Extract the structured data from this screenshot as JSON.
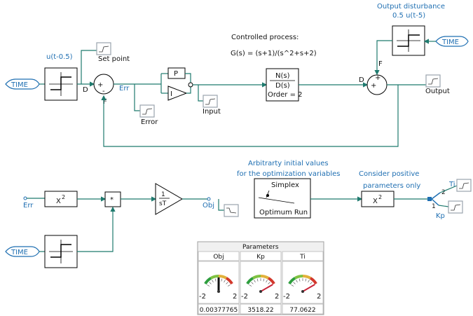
{
  "time_label": "TIME",
  "step_label_main": "u(t-0.5)",
  "set_point": "Set point",
  "sum_d": "D",
  "sum_f": "F",
  "sum_plus": "+",
  "sum_minus": "-",
  "err_label": "Err",
  "error_label": "Error",
  "p_label": "P",
  "i_label": "I",
  "input_label": "Input",
  "process_title": "Controlled process:",
  "process_tf": "G(s) = (s+1)/(s^2+s+2)",
  "tf_num": "N(s)",
  "tf_den": "D(s)",
  "tf_order": "Order = 2",
  "disturbance_title": "Output disturbance",
  "disturbance_expr": "0.5 u(t-5)",
  "output_label": "Output",
  "opt_note_line1": "Arbitrarty initial values",
  "opt_note_line2": "for the optimization variables",
  "pos_note_line1": "Consider positive",
  "pos_note_line2": "parameters only",
  "square_base": "X",
  "square_exp": "2",
  "mult": "*",
  "int_num": "1",
  "int_den": "sT",
  "obj_label": "Obj",
  "simplex": "Simplex",
  "optimum_run": "Optimum Run",
  "ti_label": "Ti",
  "kp_label": "Kp",
  "switch_1": "1",
  "switch_2": "2",
  "gauges": {
    "title": "Parameters",
    "min_label": "-2",
    "max_label": "2",
    "items": [
      {
        "name": "Obj",
        "value_text": "0.00377765",
        "value": 0.00377765
      },
      {
        "name": "Kp",
        "value_text": "3518.22",
        "value": 3518.22
      },
      {
        "name": "Ti",
        "value_text": "77.0622",
        "value": 77.0622
      }
    ]
  }
}
